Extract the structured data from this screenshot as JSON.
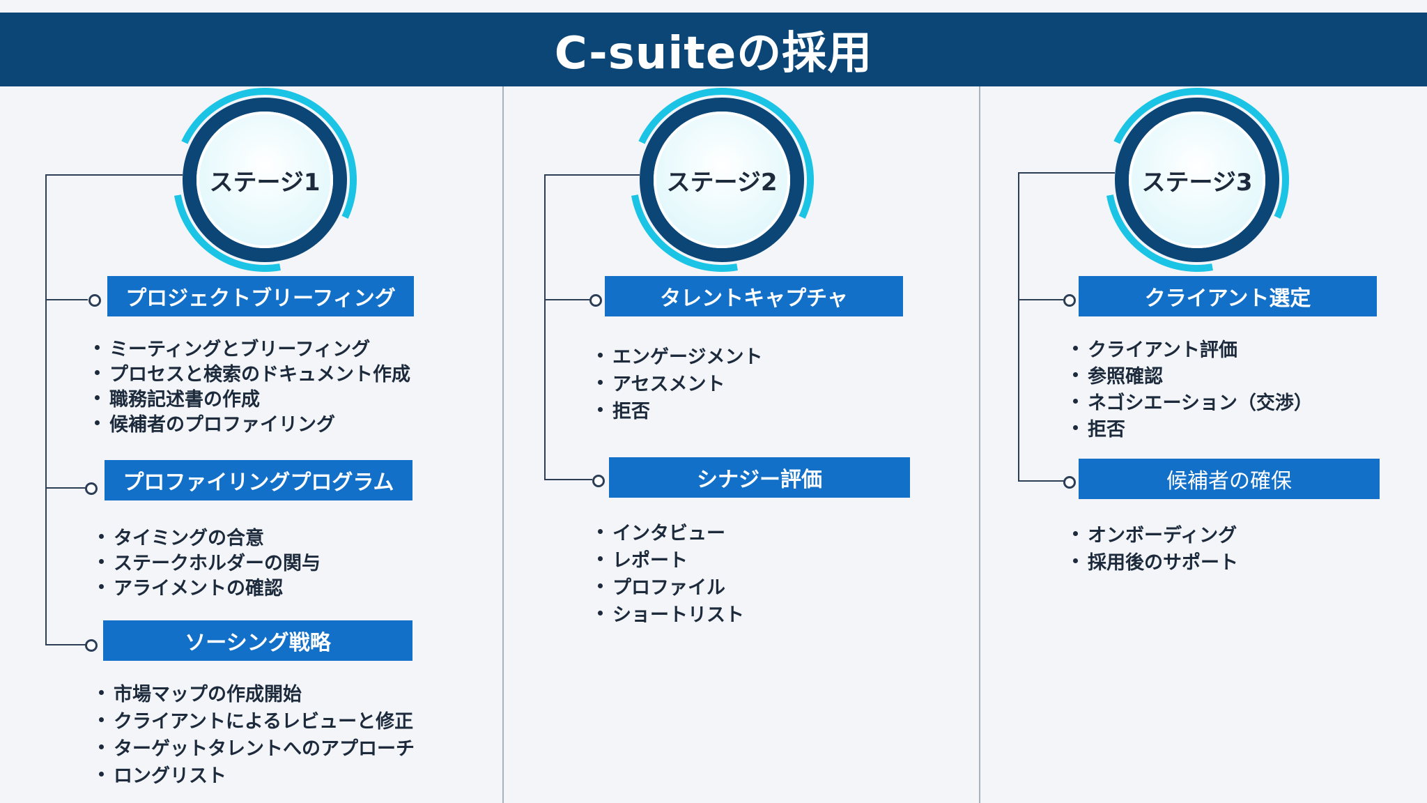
{
  "title": "C-suiteの採用",
  "stages": [
    {
      "label": "ステージ1",
      "sections": [
        {
          "title": "プロジェクトブリーフィング",
          "items": [
            "ミーティングとブリーフィング",
            "プロセスと検索のドキュメント作成",
            "職務記述書の作成",
            "候補者のプロファイリング"
          ]
        },
        {
          "title": "プロファイリングプログラム",
          "items": [
            "タイミングの合意",
            "ステークホルダーの関与",
            "アライメントの確認"
          ]
        },
        {
          "title": "ソーシング戦略",
          "items": [
            "市場マップの作成開始",
            "クライアントによるレビューと修正",
            "ターゲットタレントへのアプローチ",
            "ロングリスト"
          ]
        }
      ]
    },
    {
      "label": "ステージ2",
      "sections": [
        {
          "title": "タレントキャプチャ",
          "items": [
            "エンゲージメント",
            "アセスメント",
            "拒否"
          ]
        },
        {
          "title": "シナジー評価",
          "items": [
            "インタビュー",
            "レポート",
            "プロファイル",
            "ショートリスト"
          ]
        }
      ]
    },
    {
      "label": "ステージ3",
      "sections": [
        {
          "title": "クライアント選定",
          "items": [
            "クライアント評価",
            "参照確認",
            "ネゴシエーション（交渉）",
            "拒否"
          ]
        },
        {
          "title": "候補者の確保",
          "items": [
            "オンボーディング",
            " 採用後のサポート"
          ]
        }
      ]
    }
  ],
  "colors": {
    "header": "#0b4677",
    "ring": "#0b4677",
    "accent": "#1bc3e4",
    "section": "#1270c8"
  }
}
